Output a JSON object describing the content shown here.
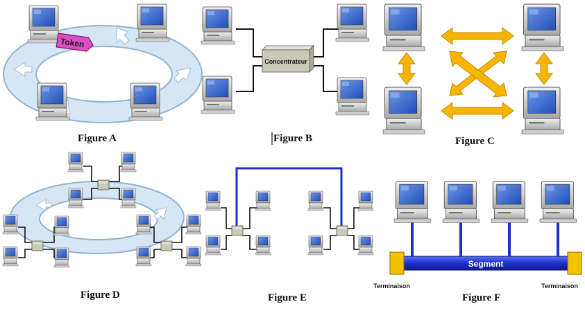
{
  "figures": {
    "a": {
      "caption": "Figure A",
      "token_label": "Token"
    },
    "b": {
      "caption": "Figure B",
      "hub_label": "Concentrateur"
    },
    "c": {
      "caption": "Figure C"
    },
    "d": {
      "caption": "Figure D"
    },
    "e": {
      "caption": "Figure E"
    },
    "f": {
      "caption": "Figure F",
      "segment_label": "Segment",
      "terminator_left": "Terminaison",
      "terminator_right": "Terminaison"
    }
  },
  "colors": {
    "ring_fill": "#d6e6f4",
    "ring_stroke": "#8fb3d4",
    "monitor_body": "#d9d9d9",
    "screen": "#3a67c9",
    "token": "#d94fc0",
    "hub": "#c9c9b8",
    "arrow_orange": "#f7b500",
    "backbone_blue": "#1b2fd1",
    "terminator_yellow": "#f2c200"
  }
}
